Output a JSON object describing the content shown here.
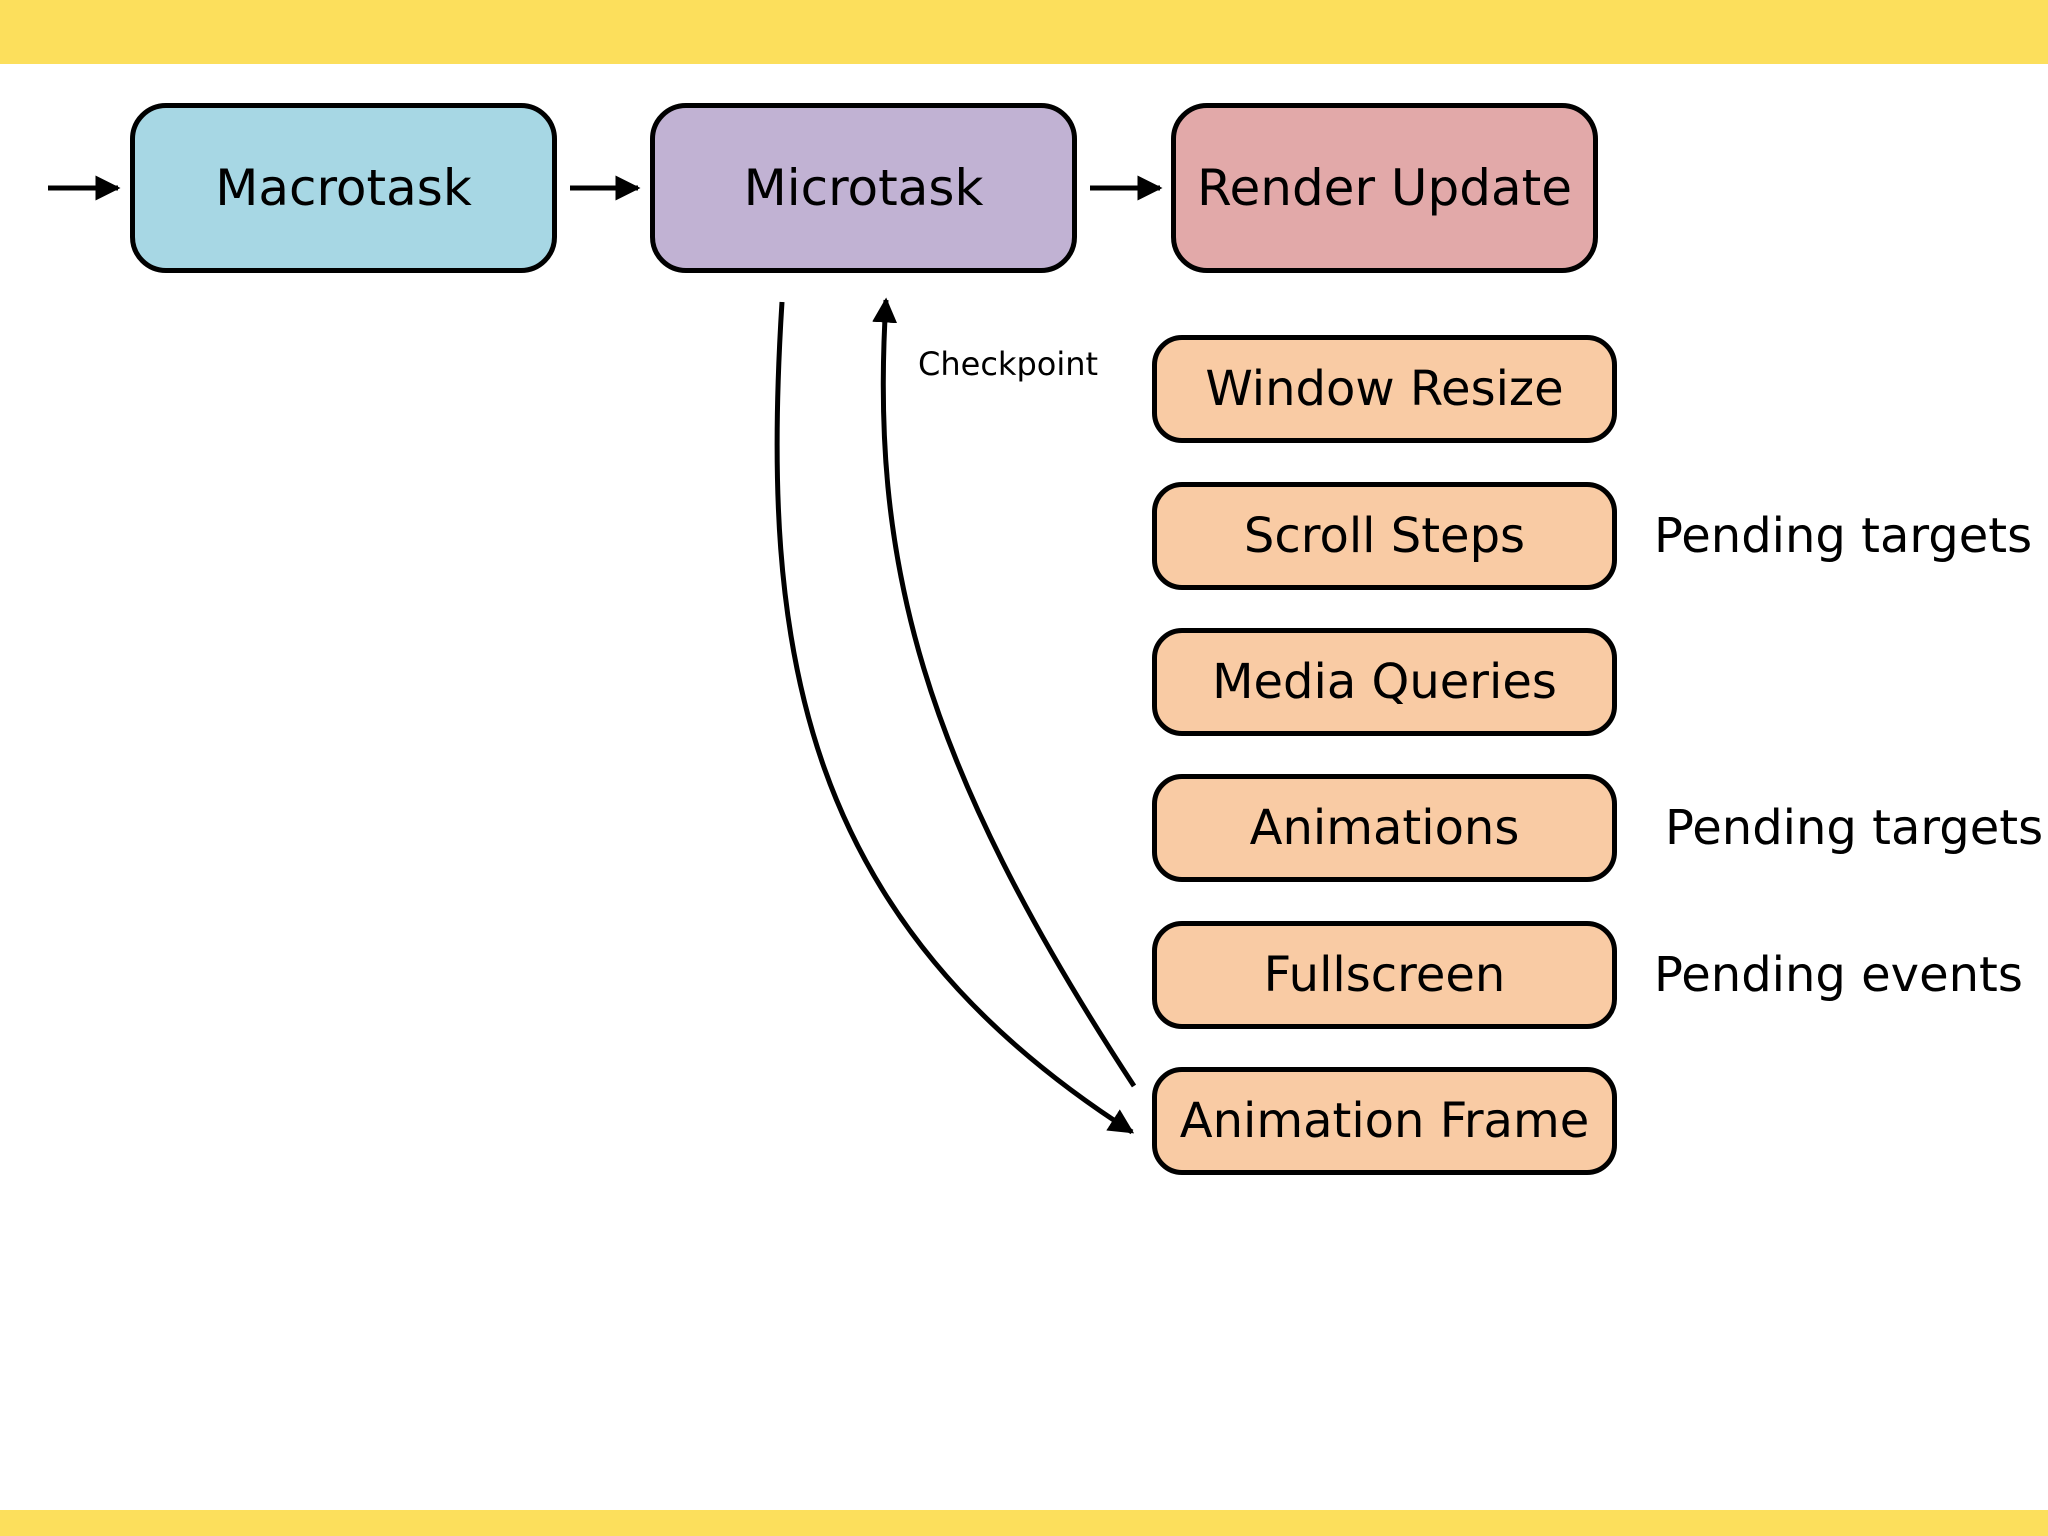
{
  "colors": {
    "band": "#fcdf5c",
    "macrotask": "#a7d7e4",
    "microtask": "#c1b2d3",
    "render_update": "#e2a9a9",
    "step": "#f9cba4",
    "stroke": "#000000"
  },
  "pipeline": {
    "macrotask": "Macrotask",
    "microtask": "Microtask",
    "render_update": "Render Update"
  },
  "checkpoint_label": "Checkpoint",
  "render_steps": [
    {
      "label": "Window Resize",
      "note": ""
    },
    {
      "label": "Scroll Steps",
      "note": "Pending targets"
    },
    {
      "label": "Media Queries",
      "note": ""
    },
    {
      "label": "Animations",
      "note": "Pending targets"
    },
    {
      "label": "Fullscreen",
      "note": "Pending events"
    },
    {
      "label": "Animation Frame",
      "note": ""
    }
  ]
}
